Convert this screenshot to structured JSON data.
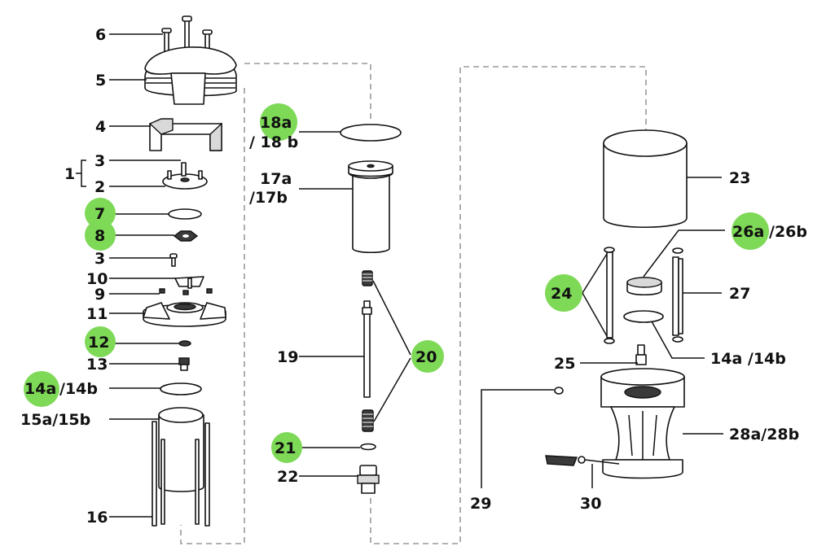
{
  "colors": {
    "highlight": "#7ed957",
    "line": "#111111",
    "dashed": "#999999"
  },
  "labels": {
    "l6": "6",
    "l5": "5",
    "l4": "4",
    "l3a": "3",
    "l1": "1",
    "l2": "2",
    "l7": "7",
    "l8": "8",
    "l3b": "3",
    "l10": "10",
    "l9": "9",
    "l11": "11",
    "l12": "12",
    "l13": "13",
    "l14a": "14a",
    "l14b_left": "/14b",
    "l15": "15a/15b",
    "l16": "16",
    "l18a": "18a",
    "l18b": "/ 18 b",
    "l17a": "17a",
    "l17b": "/17b",
    "l19": "19",
    "l20": "20",
    "l21": "21",
    "l22": "22",
    "l23": "23",
    "l26a": "26a",
    "l26b": "/26b",
    "l24": "24",
    "l27": "27",
    "l14ab_right": "14a /14b",
    "l25": "25",
    "l29": "29",
    "l28": "28a/28b",
    "l30": "30"
  }
}
